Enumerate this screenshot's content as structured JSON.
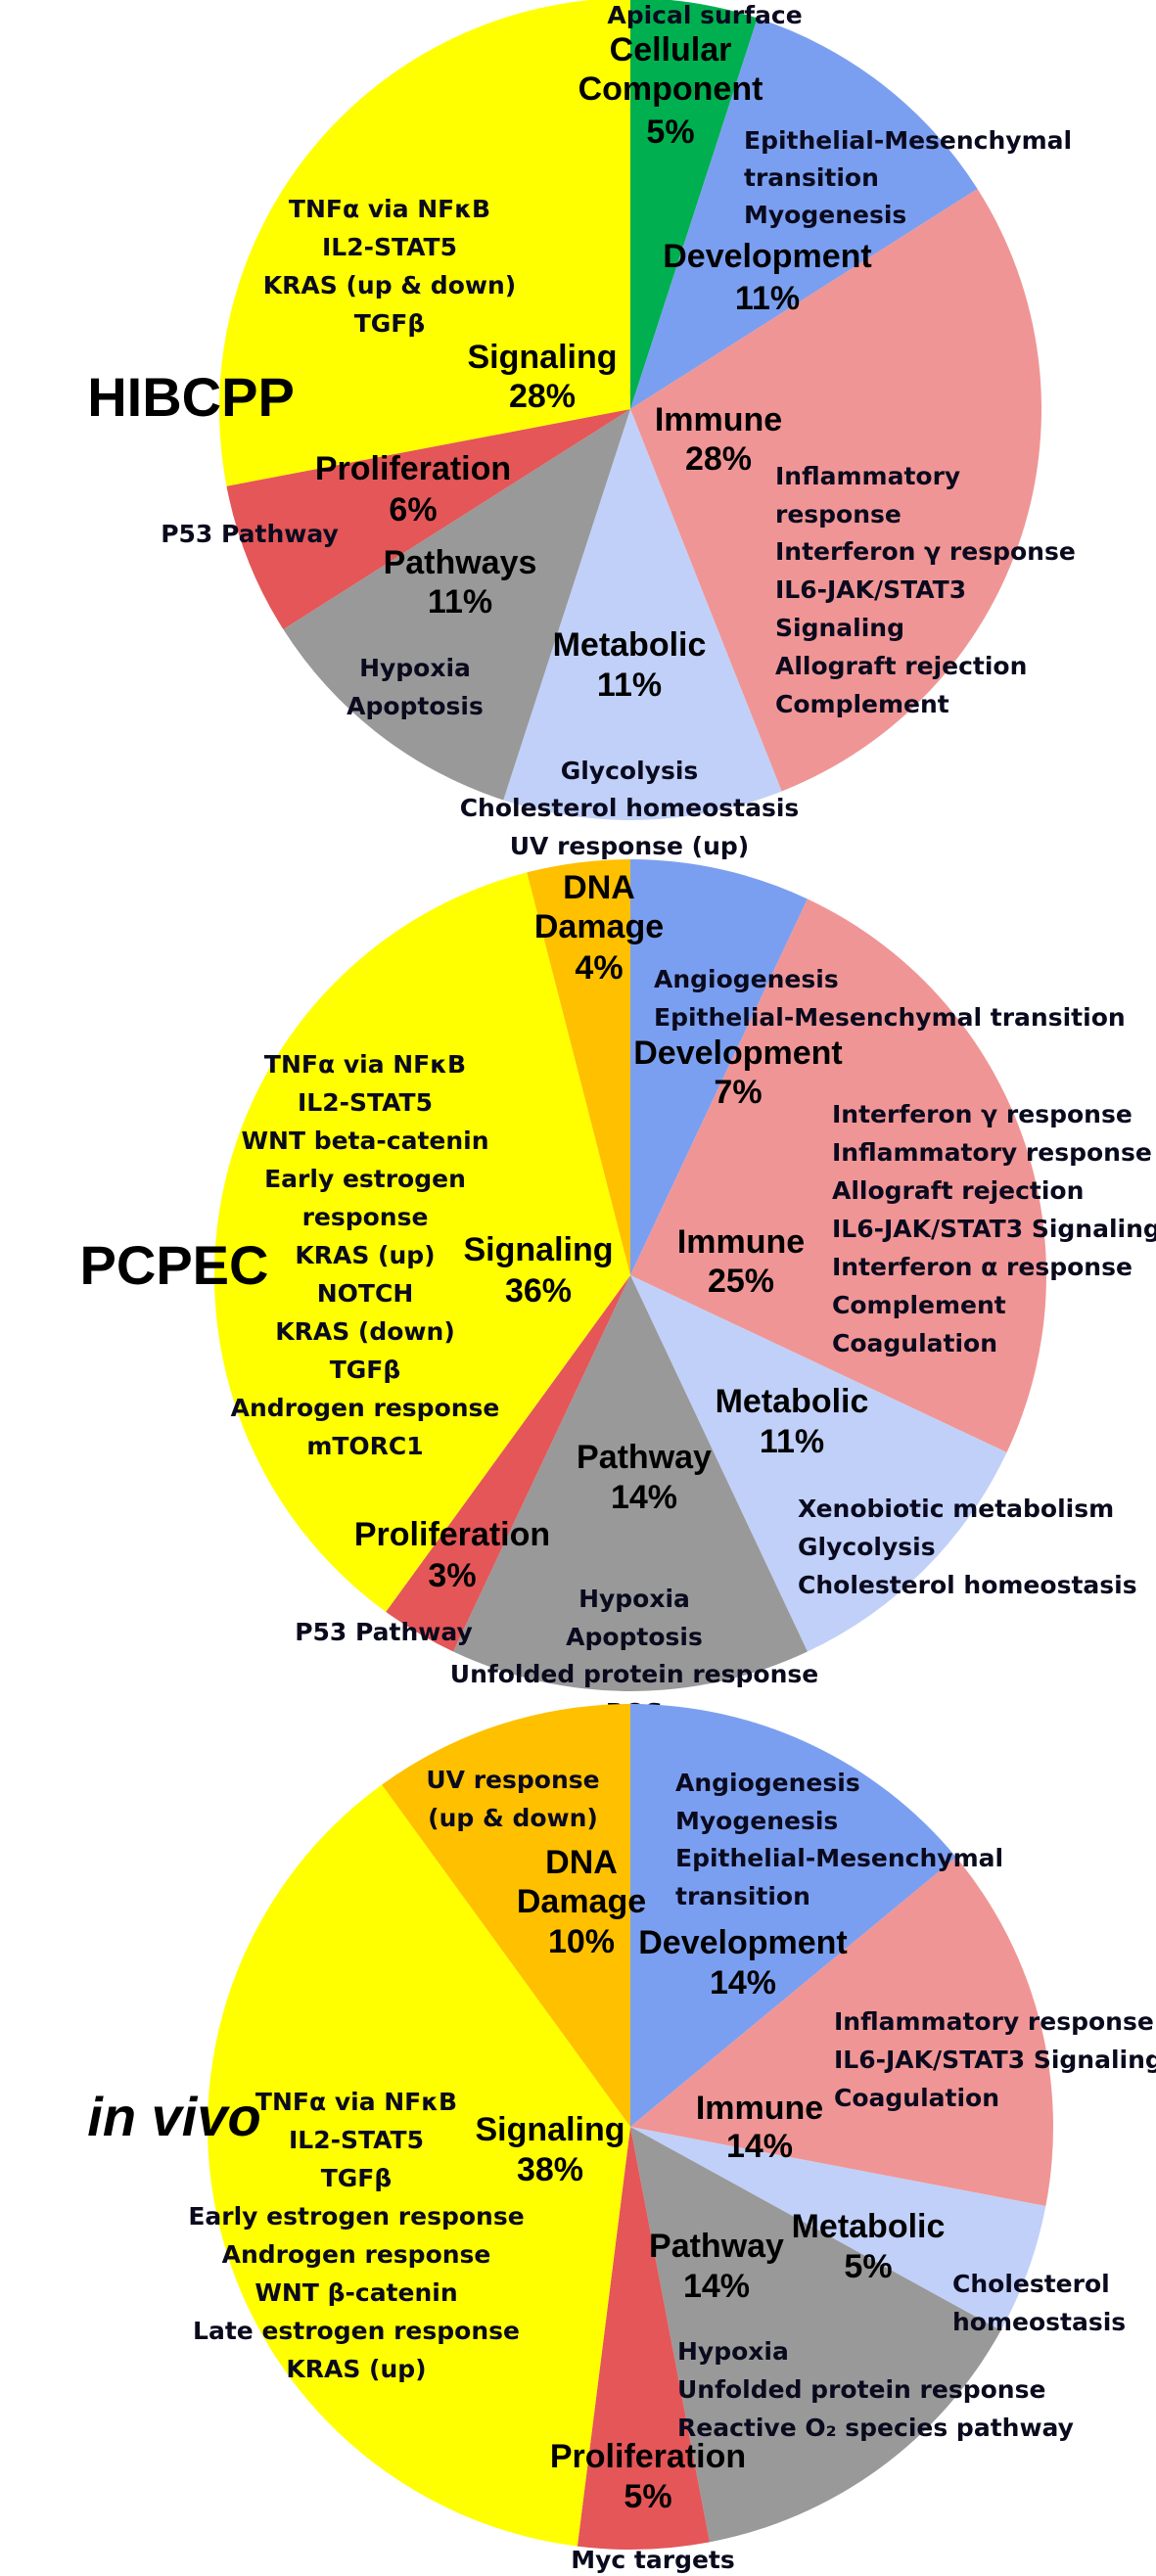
{
  "chart_data": [
    {
      "type": "pie",
      "panel_label": "HIBCPP",
      "panel_label_italic": false,
      "slices": [
        {
          "category": "Cellular Component",
          "value": 5,
          "percent_label": "5%",
          "color": "#00b050",
          "items": [
            "Apical surface"
          ]
        },
        {
          "category": "Development",
          "value": 11,
          "percent_label": "11%",
          "color": "#7b9ff0",
          "items": [
            "Epithelial-Mesenchymal",
            "transition",
            "Myogenesis"
          ]
        },
        {
          "category": "Immune",
          "value": 28,
          "percent_label": "28%",
          "color": "#f09595",
          "items": [
            "Inflammatory",
            "response",
            "Interferon γ response",
            "IL6-JAK/STAT3",
            "Signaling",
            "Allograft rejection",
            "Complement"
          ]
        },
        {
          "category": "Metabolic",
          "value": 11,
          "percent_label": "11%",
          "color": "#c1d0f8",
          "items": [
            "Glycolysis",
            "Cholesterol homeostasis",
            "UV response (up)"
          ]
        },
        {
          "category": "Pathways",
          "value": 11,
          "percent_label": "11%",
          "color": "#999999",
          "items": [
            "Hypoxia",
            "Apoptosis"
          ]
        },
        {
          "category": "Proliferation",
          "value": 6,
          "percent_label": "6%",
          "color": "#e45658",
          "items": [
            "P53 Pathway"
          ]
        },
        {
          "category": "Signaling",
          "value": 28,
          "percent_label": "28%",
          "color": "#ffff00",
          "items": [
            "TNFα  via NFκB",
            "IL2-STAT5",
            "KRAS (up & down)",
            "TGFβ"
          ]
        }
      ]
    },
    {
      "type": "pie",
      "panel_label": "PCPEC",
      "panel_label_italic": false,
      "slices": [
        {
          "category": "Development",
          "value": 7,
          "percent_label": "7%",
          "color": "#7b9ff0",
          "items": [
            "Angiogenesis",
            "Epithelial-Mesenchymal transition"
          ]
        },
        {
          "category": "Immune",
          "value": 25,
          "percent_label": "25%",
          "color": "#f09595",
          "items": [
            "Interferon γ response",
            "Inflammatory response",
            "Allograft rejection",
            "IL6-JAK/STAT3 Signaling",
            "Interferon α response",
            "Complement",
            "Coagulation"
          ]
        },
        {
          "category": "Metabolic",
          "value": 11,
          "percent_label": "11%",
          "color": "#c1d0f8",
          "items": [
            "Xenobiotic metabolism",
            "Glycolysis",
            "Cholesterol homeostasis"
          ]
        },
        {
          "category": "Pathway",
          "value": 14,
          "percent_label": "14%",
          "color": "#999999",
          "items": [
            "Hypoxia",
            "Apoptosis",
            "Unfolded protein response",
            "ROS"
          ]
        },
        {
          "category": "Proliferation",
          "value": 3,
          "percent_label": "3%",
          "color": "#e45658",
          "items": [
            "P53 Pathway"
          ]
        },
        {
          "category": "Signaling",
          "value": 36,
          "percent_label": "36%",
          "color": "#ffff00",
          "items": [
            "TNFα  via NFκB",
            "IL2-STAT5",
            "WNT beta-catenin",
            "Early estrogen",
            "response",
            "KRAS (up)",
            "NOTCH",
            "KRAS (down)",
            "TGFβ",
            "Androgen response",
            "mTORC1"
          ]
        },
        {
          "category": "DNA Damage",
          "value": 4,
          "percent_label": "4%",
          "color": "#ffc000",
          "items": []
        }
      ]
    },
    {
      "type": "pie",
      "panel_label": "in vivo",
      "panel_label_italic": true,
      "slices": [
        {
          "category": "Development",
          "value": 14,
          "percent_label": "14%",
          "color": "#7b9ff0",
          "items": [
            "Angiogenesis",
            "Myogenesis",
            "Epithelial-Mesenchymal",
            "transition"
          ]
        },
        {
          "category": "Immune",
          "value": 14,
          "percent_label": "14%",
          "color": "#f09595",
          "items": [
            "Inflammatory response",
            "IL6-JAK/STAT3 Signaling",
            "Coagulation"
          ]
        },
        {
          "category": "Metabolic",
          "value": 5,
          "percent_label": "5%",
          "color": "#c1d0f8",
          "items": [
            "Cholesterol",
            "homeostasis"
          ]
        },
        {
          "category": "Pathway",
          "value": 14,
          "percent_label": "14%",
          "color": "#999999",
          "items": [
            "Hypoxia",
            "Unfolded protein response",
            "Reactive O₂ species pathway"
          ]
        },
        {
          "category": "Proliferation",
          "value": 5,
          "percent_label": "5%",
          "color": "#e45658",
          "items": [
            "Myc targets"
          ]
        },
        {
          "category": "Signaling",
          "value": 38,
          "percent_label": "38%",
          "color": "#ffff00",
          "items": [
            "TNFα  via NFκB",
            "IL2-STAT5",
            "TGFβ",
            "Early estrogen response",
            "Androgen response",
            "WNT β-catenin",
            "Late estrogen response",
            "KRAS (up)"
          ]
        },
        {
          "category": "DNA Damage",
          "value": 10,
          "percent_label": "10%",
          "color": "#ffc000",
          "items": [
            "UV response",
            "(up & down)"
          ]
        }
      ]
    }
  ]
}
